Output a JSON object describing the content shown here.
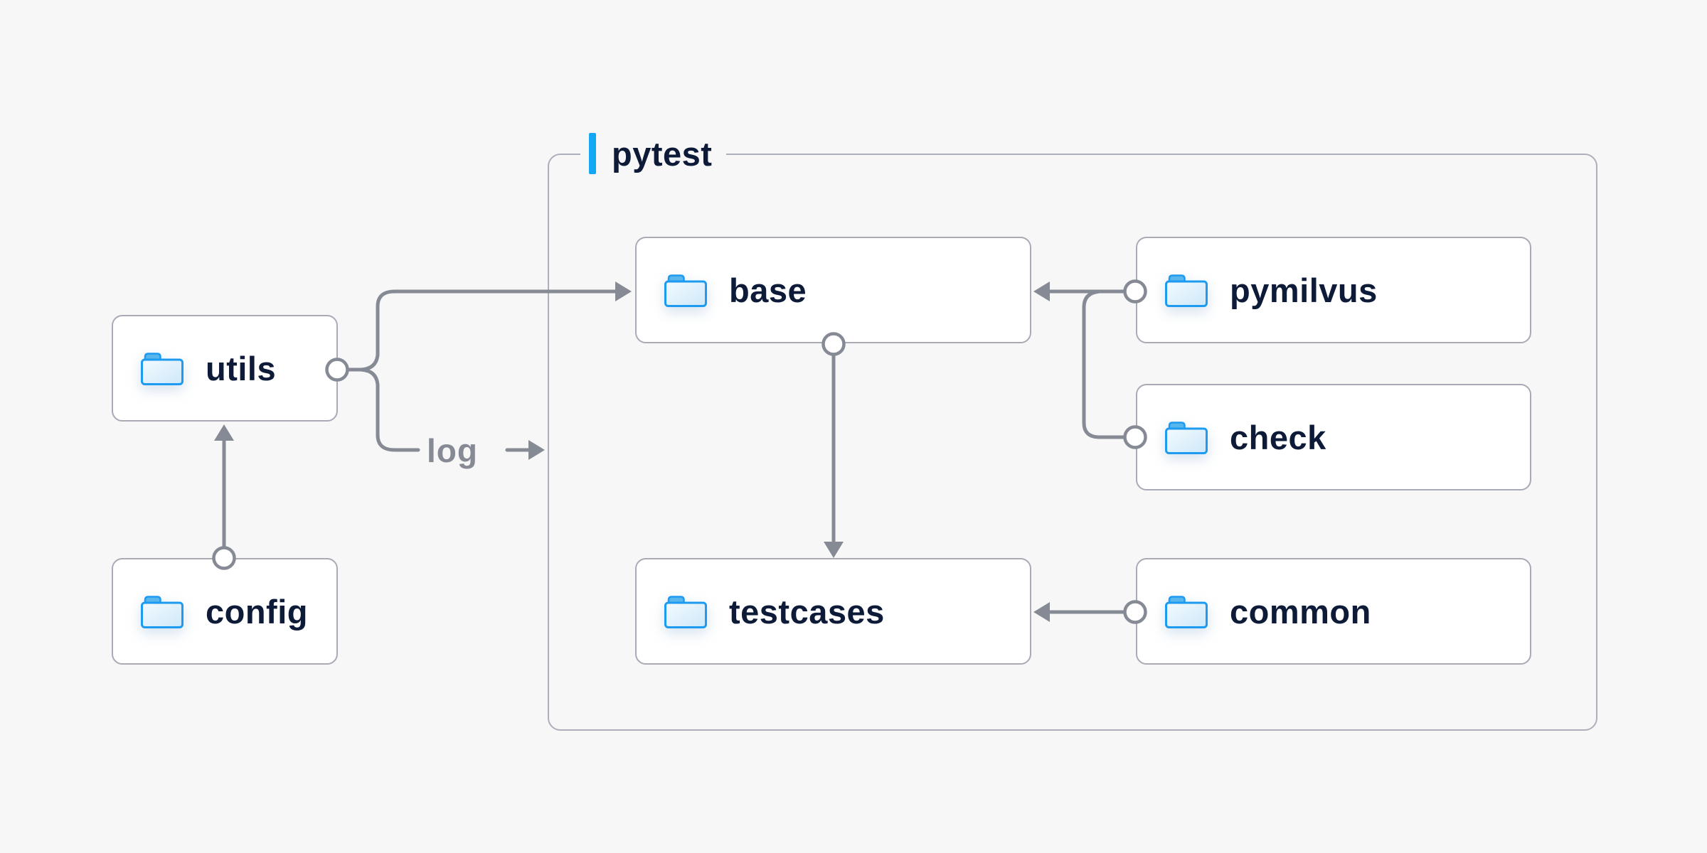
{
  "group": {
    "label": "pytest",
    "accent_color": "#14a7f4"
  },
  "nodes": [
    {
      "id": "utils",
      "label": "utils",
      "icon": "folder-icon"
    },
    {
      "id": "config",
      "label": "config",
      "icon": "folder-icon"
    },
    {
      "id": "base",
      "label": "base",
      "icon": "folder-icon"
    },
    {
      "id": "pymilvus",
      "label": "pymilvus",
      "icon": "folder-icon"
    },
    {
      "id": "check",
      "label": "check",
      "icon": "folder-icon"
    },
    {
      "id": "testcases",
      "label": "testcases",
      "icon": "folder-icon"
    },
    {
      "id": "common",
      "label": "common",
      "icon": "folder-icon"
    }
  ],
  "edges": [
    {
      "from": "utils",
      "to": "base",
      "label": ""
    },
    {
      "from": "utils",
      "to": "pytest-group",
      "label": "log"
    },
    {
      "from": "config",
      "to": "utils",
      "label": ""
    },
    {
      "from": "base",
      "to": "testcases",
      "label": ""
    },
    {
      "from": "pymilvus",
      "to": "base",
      "label": ""
    },
    {
      "from": "check",
      "to": "base",
      "label": ""
    },
    {
      "from": "common",
      "to": "testcases",
      "label": ""
    }
  ],
  "labels": {
    "log": "log"
  },
  "colors": {
    "background": "#f7f7f8",
    "node_fill": "#ffffff",
    "node_border": "#a8aab5",
    "group_border": "#adafbb",
    "connector_gray": "#868a94",
    "text_navy": "#0e1b38",
    "accent_blue": "#14a7f4",
    "folder_stroke": "#1d9bf0",
    "folder_tab": "#58b6ec",
    "folder_body_light": "#f3fafe",
    "folder_body_dark": "#cfe9fa"
  }
}
